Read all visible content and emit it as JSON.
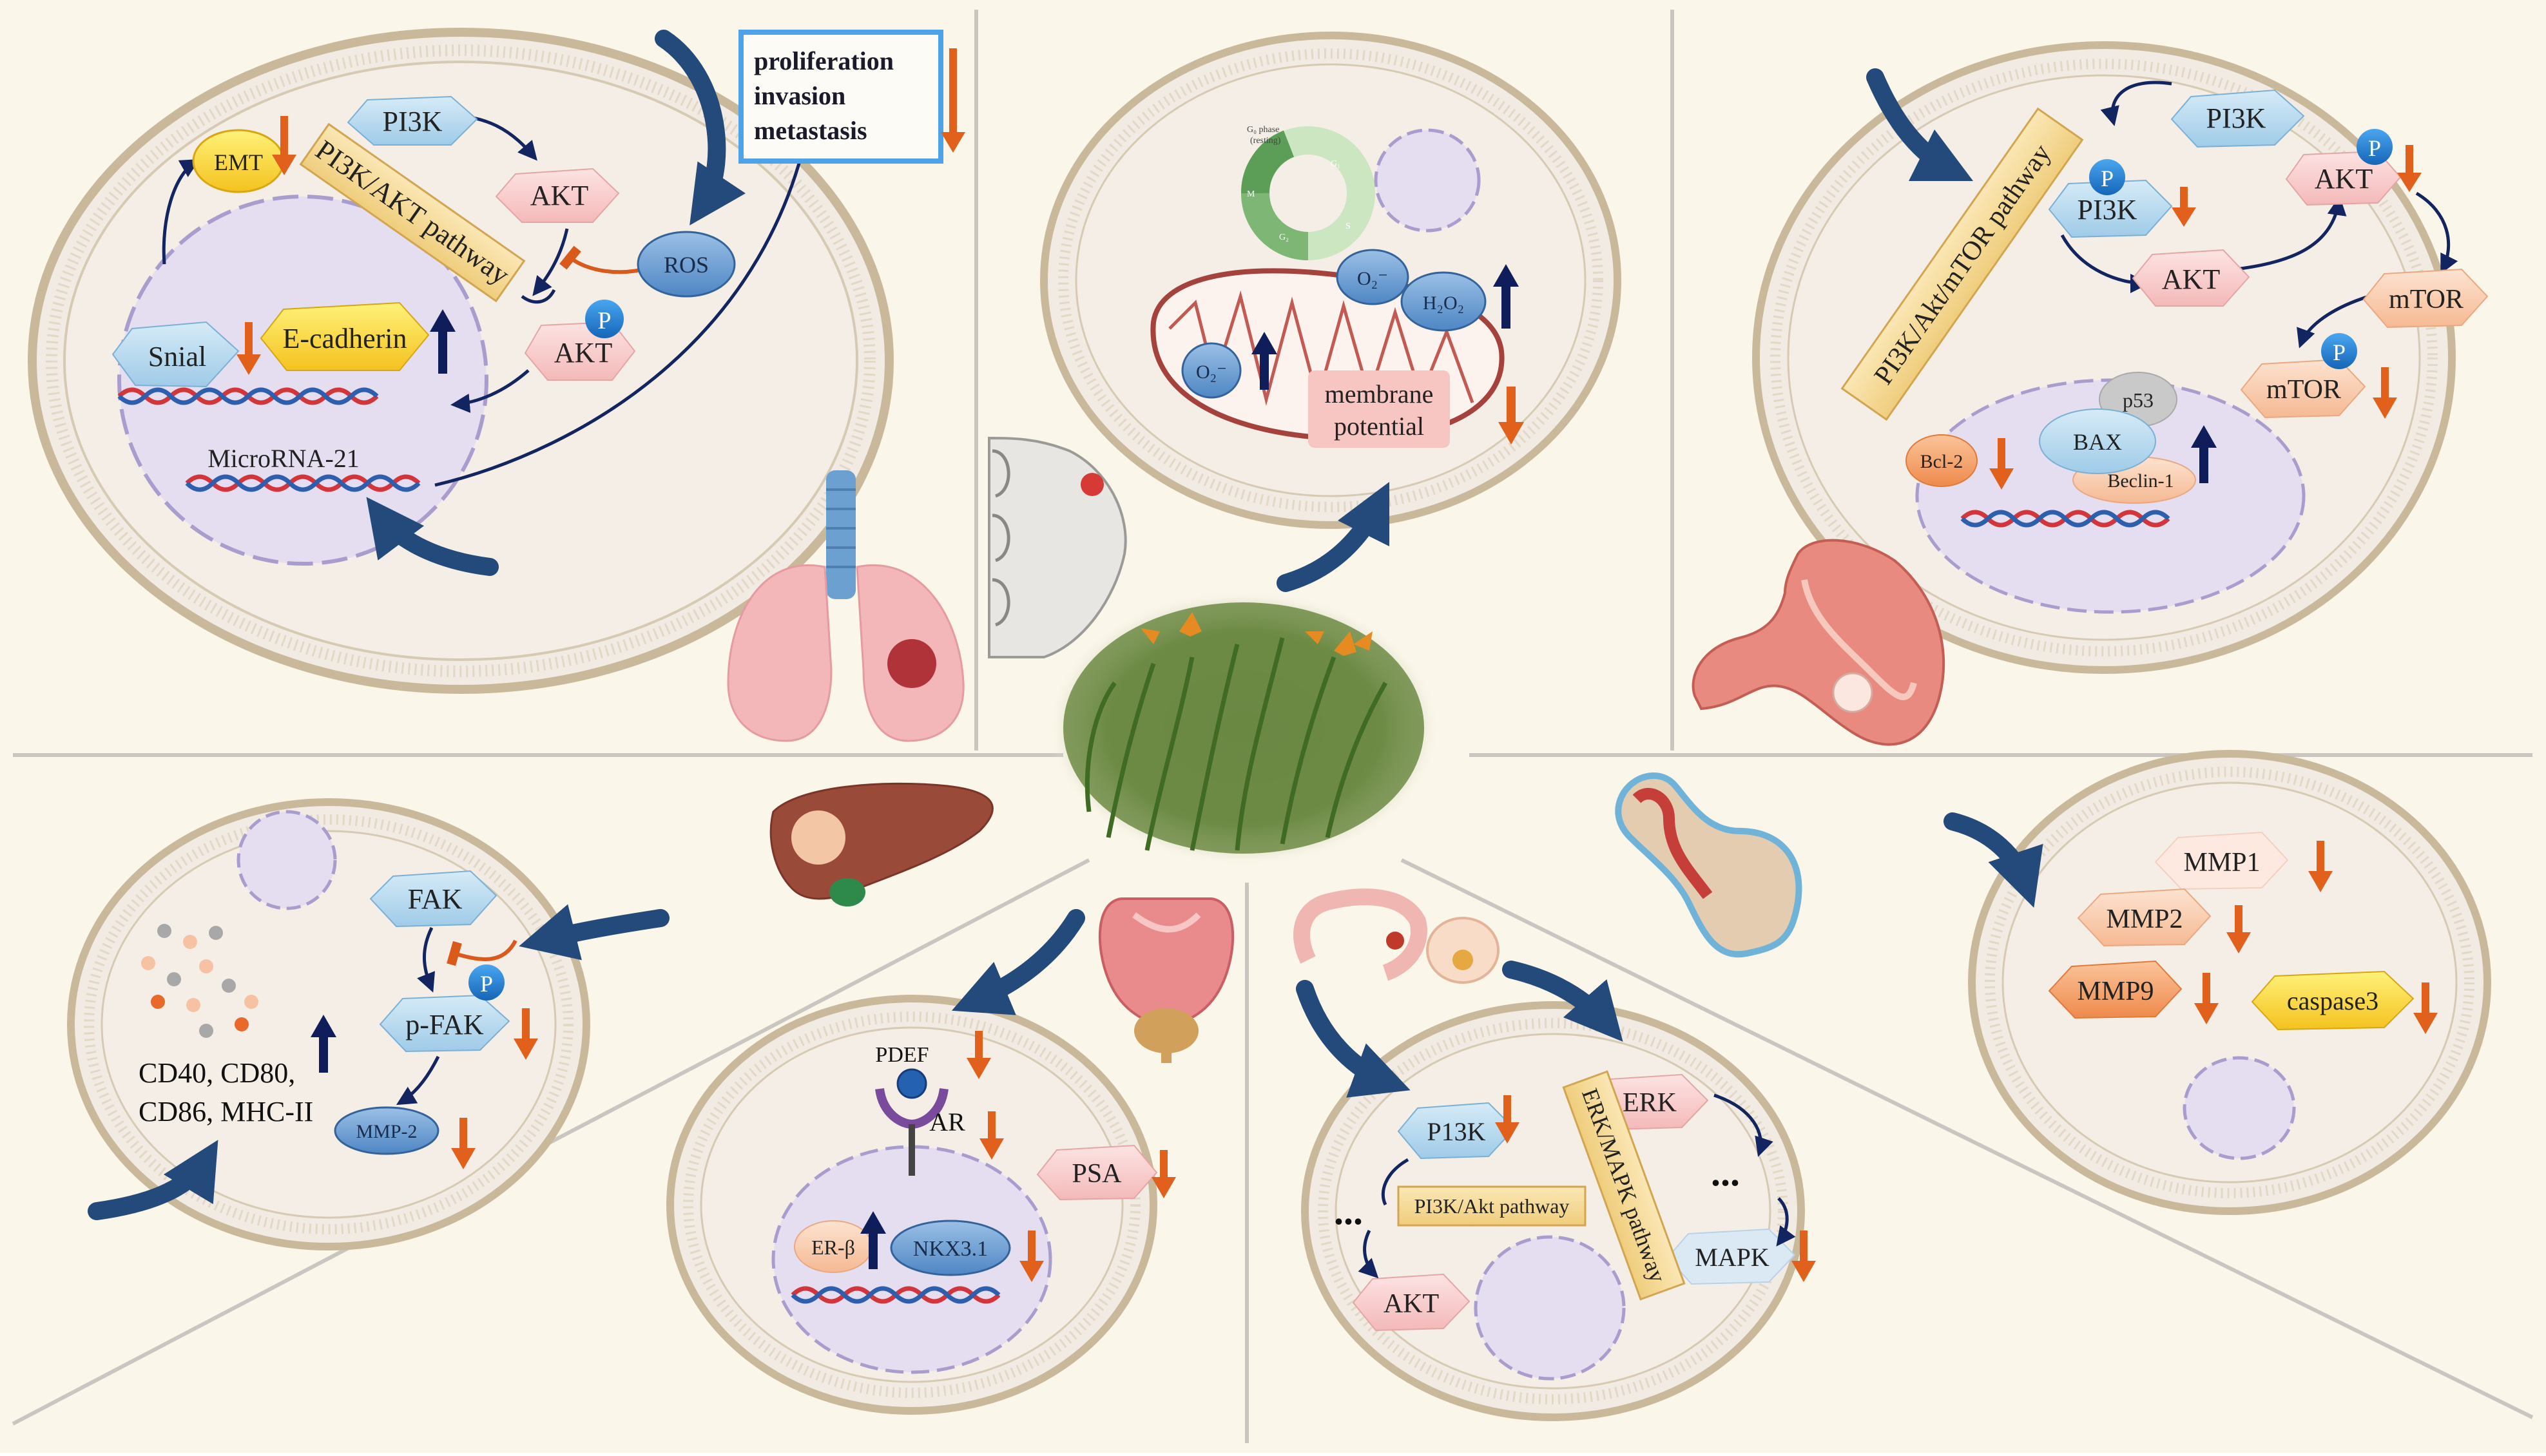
{
  "lung_panel": {
    "pathway_label": "PI3K/AKT pathway",
    "emt": "EMT",
    "pi3k": "PI3K",
    "akt": "AKT",
    "akt_p": "AKT",
    "p": "P",
    "ros": "ROS",
    "snial": "Snial",
    "ecadherin": "E-cadherin",
    "microrna": "MicroRNA-21",
    "outcome_lines": [
      "proliferation",
      "invasion",
      "metastasis"
    ]
  },
  "breast_panel": {
    "g0_phase_line1": "G₀ phase",
    "g0_phase_line2": "(resting)",
    "cycle_labels": [
      "G₁",
      "S",
      "G₂",
      "M"
    ],
    "o2_superoxide": "O₂⁻",
    "h2o2": "H₂O₂",
    "o2_mito": "O₂⁻",
    "membrane_line1": "membrane",
    "membrane_line2": "potential"
  },
  "stomach_panel": {
    "pathway_label": "PI3K/Akt/mTOR pathway",
    "pi3k": "PI3K",
    "pi3k_p": "PI3K",
    "akt": "AKT",
    "akt_p": "AKT",
    "mtor": "mTOR",
    "mtor_p": "mTOR",
    "p": "P",
    "p53": "p53",
    "bax": "BAX",
    "beclin": "Beclin-1",
    "bcl2": "Bcl-2"
  },
  "liver_panel": {
    "fak": "FAK",
    "pfak": "p-FAK",
    "p": "P",
    "mmp2": "MMP-2",
    "markers_line1": "CD40, CD80,",
    "markers_line2": "CD86, MHC-II"
  },
  "prostate_panel": {
    "pdef": "PDEF",
    "ar": "AR",
    "psa": "PSA",
    "er_beta": "ER-β",
    "nkx": "NKX3.1"
  },
  "colon_panel": {
    "erk": "ERK",
    "pi3k": "P13K",
    "akt": "AKT",
    "mapk": "MAPK",
    "erk_pathway": "ERK/MAPK pathway",
    "pi3k_pathway": "PI3K/Akt pathway",
    "dots": "..."
  },
  "bone_panel": {
    "mmp1": "MMP1",
    "mmp2": "MMP2",
    "mmp9": "MMP9",
    "caspase": "caspase3"
  },
  "colors": {
    "background": "#fbf6ea",
    "down_arrow": "#e0601c",
    "up_arrow": "#0f1e5a",
    "big_arrow": "#234a7a",
    "cell_ring": "#c9b99a"
  }
}
